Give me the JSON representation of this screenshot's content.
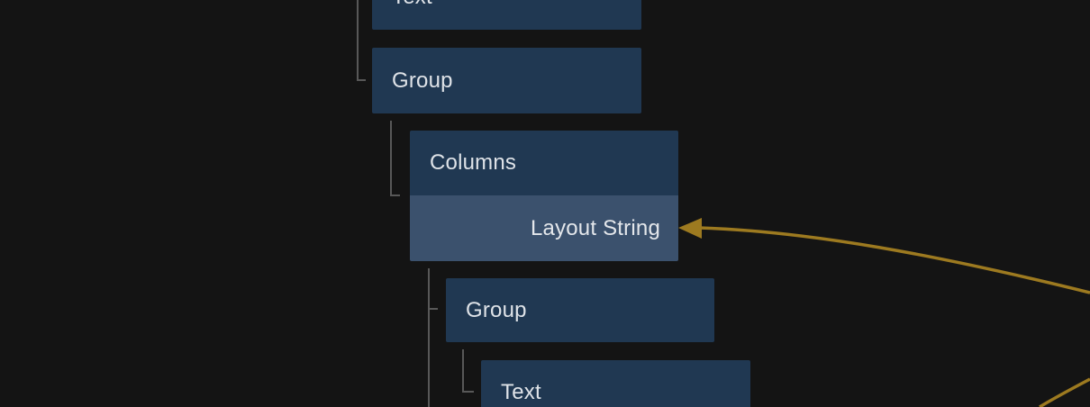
{
  "canvas": {
    "background": "#141414",
    "colors": {
      "node_fill": "#203852",
      "node_port_fill": "#3b516d",
      "node_text": "#dfe3e8",
      "tree_line": "#585858",
      "wire": "#9d7a20"
    }
  },
  "tree": {
    "items": [
      {
        "label": "Text"
      },
      {
        "label": "Group"
      },
      {
        "label": "Columns",
        "port_label": "Layout String"
      },
      {
        "label": "Group"
      },
      {
        "label": "Text"
      }
    ]
  }
}
